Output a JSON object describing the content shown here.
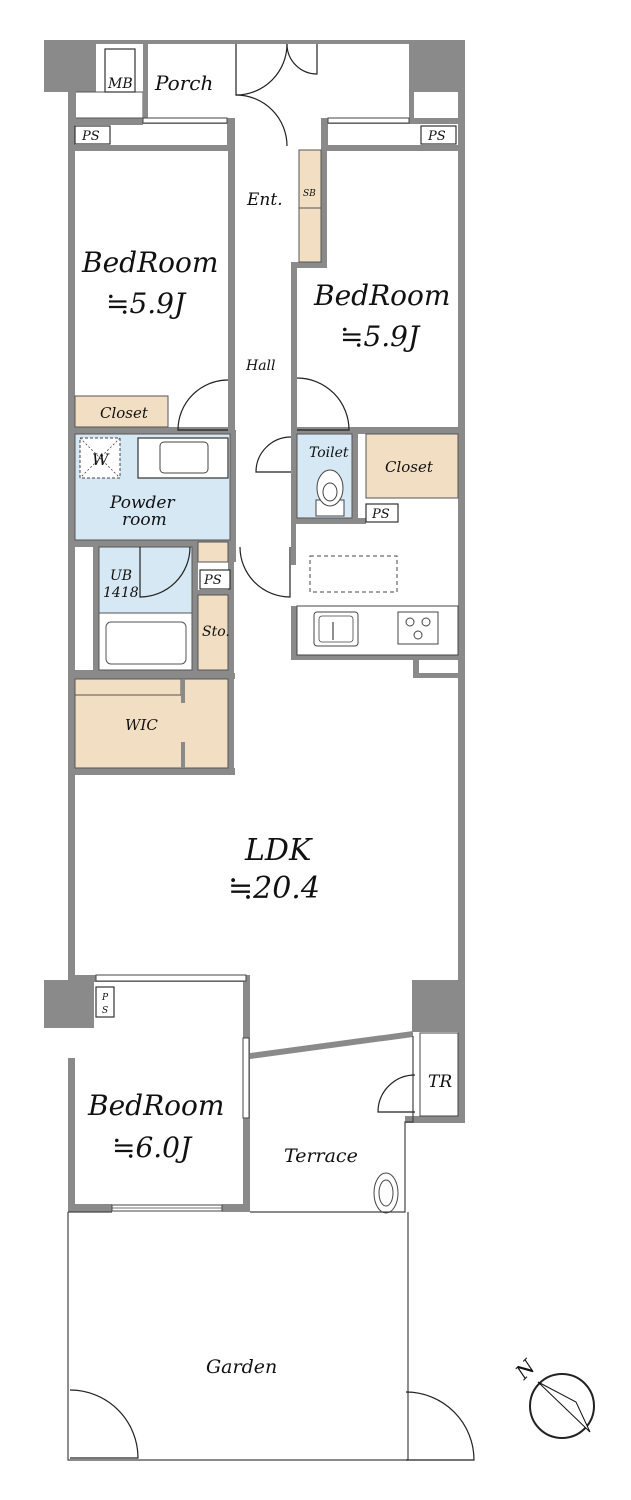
{
  "rooms": {
    "mb": "MB",
    "porch": "Porch",
    "ps_top_left": "PS",
    "ps_top_right": "PS",
    "entrance": "Ent.",
    "shoe_box": "SB",
    "bedroom_1_name": "BedRoom",
    "bedroom_1_size": "≒5.9J",
    "bedroom_2_name": "BedRoom",
    "bedroom_2_size": "≒5.9J",
    "hall": "Hall",
    "closet_1": "Closet",
    "closet_2": "Closet",
    "toilet": "Toilet",
    "washer": "W",
    "powder_room_1": "Powder",
    "powder_room_2": "room",
    "ps_mid_right": "PS",
    "ps_mid_left": "PS",
    "unit_bath_1": "UB",
    "unit_bath_2": "1418",
    "storage": "Sto.",
    "wic": "WIC",
    "ldk_name": "LDK",
    "ldk_size": "≒20.4",
    "ps_vertical_1": "P",
    "ps_vertical_2": "S",
    "trunk_room": "TR",
    "bedroom_3_name": "BedRoom",
    "bedroom_3_size": "≒6.0J",
    "terrace": "Terrace",
    "garden": "Garden"
  },
  "colors": {
    "wall": "#8a8a8a",
    "storage": "#f2dfc3",
    "wet_area": "#d6e8f3"
  }
}
